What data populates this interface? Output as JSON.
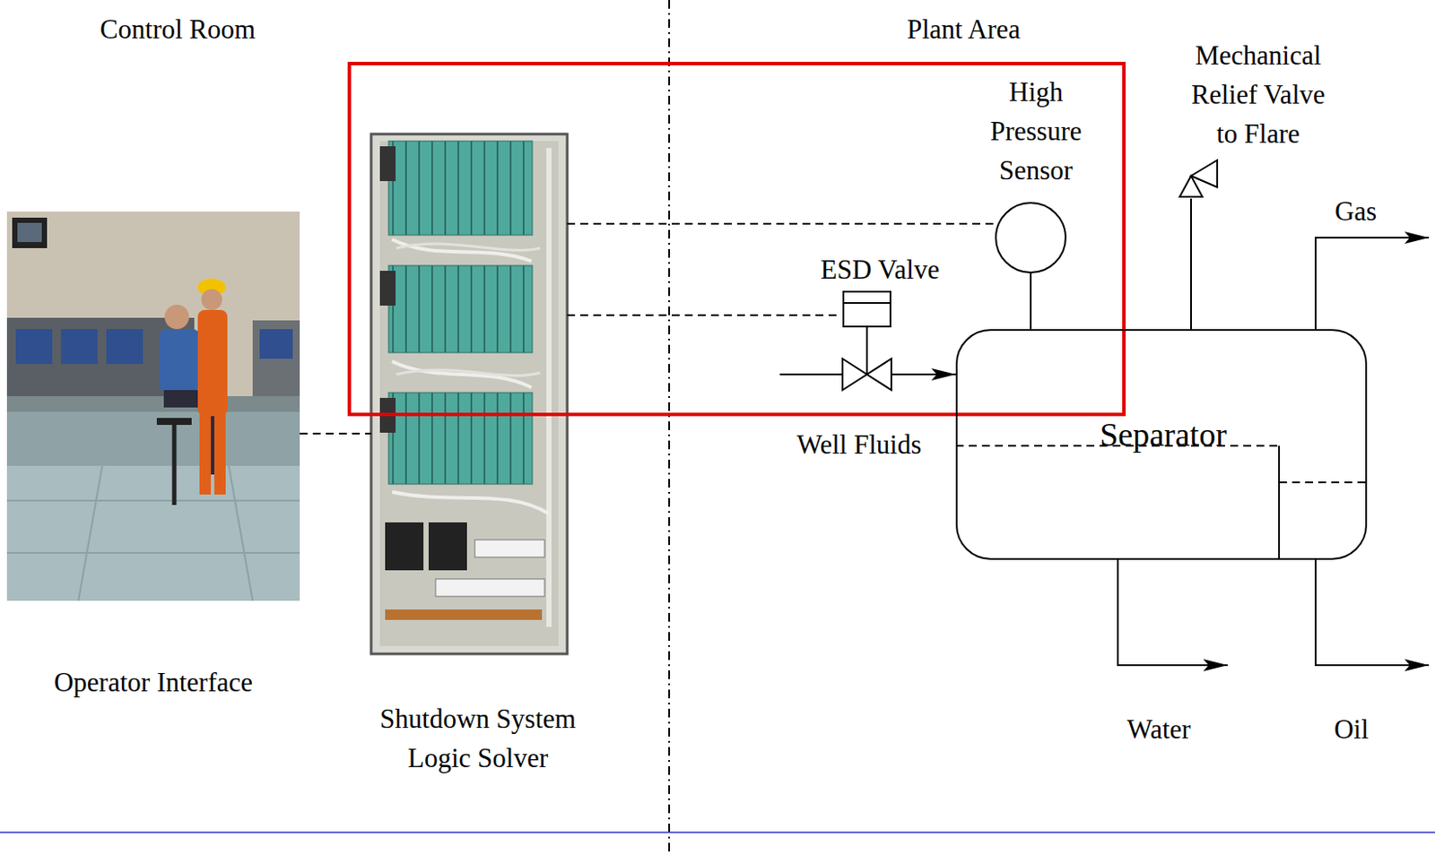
{
  "diagram": {
    "nodes": [
      {
        "text": [
          "Operator Interface"
        ]
      },
      {
        "text": [
          "Shutdown System Logic Solver"
        ]
      },
      {
        "text": [
          "Mechanical Relief Valve to Flare"
        ]
      },
      {
        "text": [
          "High Pressure Sensor"
        ]
      },
      {
        "text": [
          "ESD Valve"
        ]
      },
      {
        "text": [
          "Separator"
        ]
      }
    ],
    "edges": [
      {
        "from": 0,
        "to": 1,
        "arrow": "none"
      },
      {
        "from": 1,
        "to": 3,
        "arrow": "none"
      },
      {
        "from": 1,
        "to": 4,
        "arrow": "none"
      },
      {
        "from": 4,
        "to": 5,
        "arrow": "to"
      },
      {
        "from": 3,
        "to": 5,
        "arrow": "none"
      },
      {
        "from": 5,
        "to": 2,
        "arrow": "none"
      }
    ],
    "labels": [
      "Control Room",
      "Plant Area",
      "Gas",
      "Well Fluids",
      "Water",
      "Oil"
    ]
  }
}
